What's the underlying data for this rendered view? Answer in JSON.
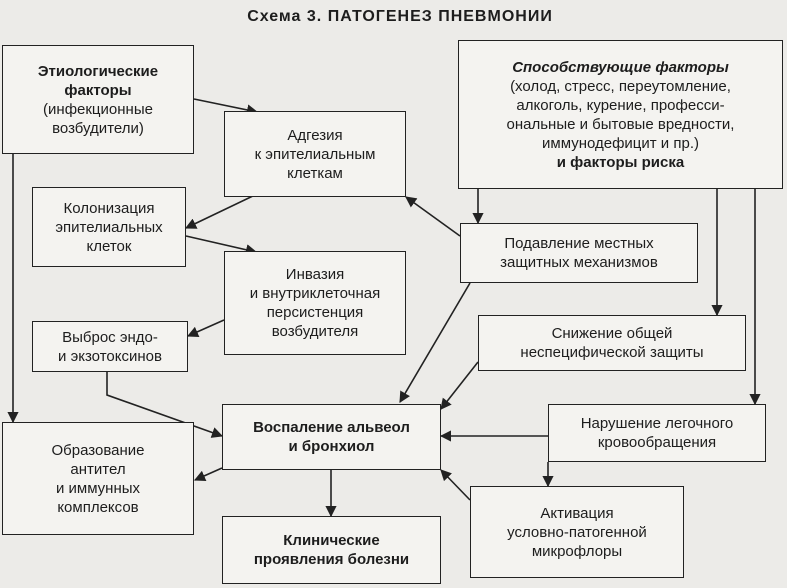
{
  "title": "Схема 3. ПАТОГЕНЕЗ ПНЕВМОНИИ",
  "boxes": {
    "etiology": {
      "heading": [
        "Этиологические",
        "факторы"
      ],
      "text": [
        "(инфекционные",
        "возбудители)"
      ]
    },
    "contributing": {
      "heading": "Способствующие факторы",
      "text": [
        "(холод, стресс, переутомление,",
        "алкоголь, курение, професси-",
        "ональные и бытовые вредности,",
        "иммунодефицит и пр.)"
      ],
      "tail": "и факторы риска"
    },
    "adhesion": [
      "Адгезия",
      "к эпителиальным",
      "клеткам"
    ],
    "colonization": [
      "Колонизация",
      "эпителиальных",
      "клеток"
    ],
    "invasion": [
      "Инвазия",
      "и внутриклеточная",
      "персистенция",
      "возбудителя"
    ],
    "toxins": [
      "Выброс эндо-",
      "и экзотоксинов"
    ],
    "local_suppression": [
      "Подавление местных",
      "защитных механизмов"
    ],
    "general_decrease": [
      "Снижение общей",
      "неспецифической защиты"
    ],
    "circulation": [
      "Нарушение легочного",
      "кровообращения"
    ],
    "inflammation": [
      "Воспаление альвеол",
      "и бронхиол"
    ],
    "antibodies": [
      "Образование",
      "антител",
      "и иммунных",
      "комплексов"
    ],
    "activation": [
      "Активация",
      "условно-патогенной",
      "микрофлоры"
    ],
    "clinical": [
      "Клинические",
      "проявления болезни"
    ]
  }
}
